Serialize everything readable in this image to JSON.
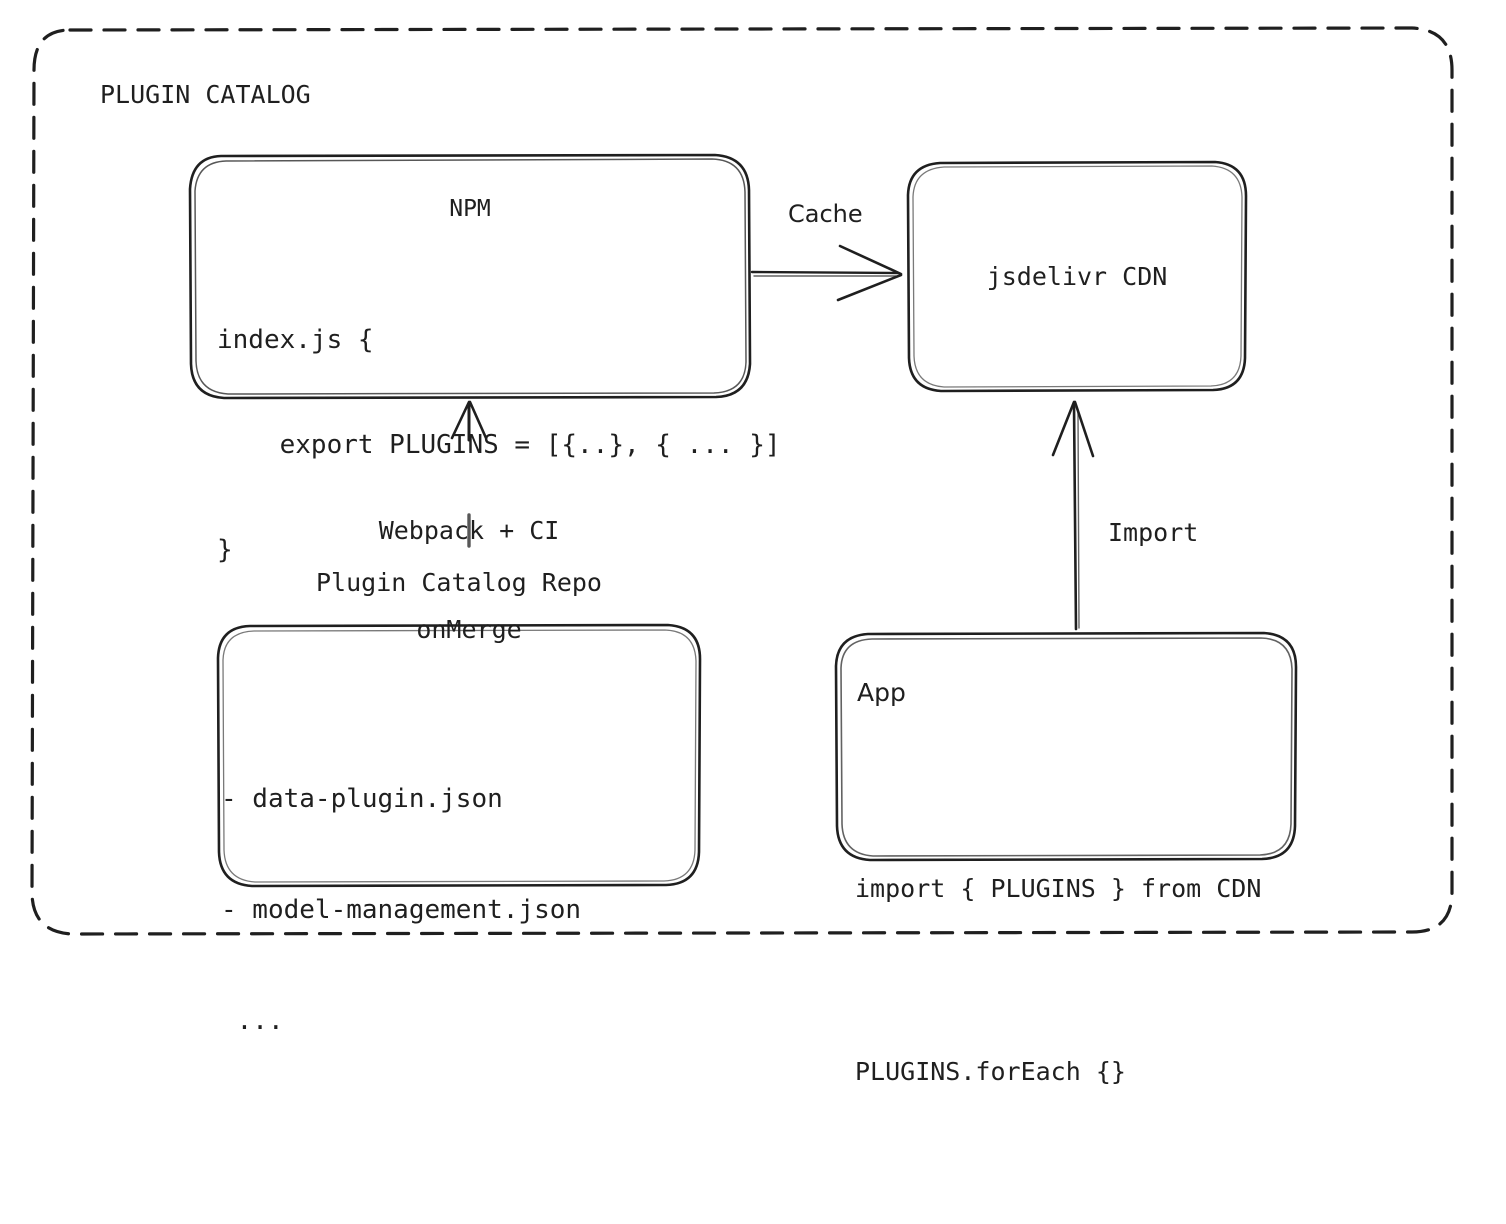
{
  "diagram": {
    "title": "PLUGIN CATALOG",
    "background": "#ffffff",
    "stroke_color": "#1f1f1f",
    "nodes": {
      "npm": {
        "name": "NPM",
        "code": [
          "index.js {",
          "    export PLUGINS = [{..}, { ... }]",
          "}"
        ]
      },
      "cdn": {
        "name": "jsdelivr CDN"
      },
      "repo": {
        "caption": "Plugin Catalog Repo",
        "files": [
          "- data-plugin.json",
          "- model-management.json",
          " ..."
        ]
      },
      "app": {
        "name": "App",
        "code": [
          "import { PLUGINS } from CDN",
          "PLUGINS.forEach {}"
        ]
      }
    },
    "edges": {
      "npm_to_cdn": {
        "label": "Cache"
      },
      "repo_to_npm": {
        "label_line1": "Webpack + CI",
        "label_line2": "onMerge"
      },
      "cdn_to_app": {
        "label": "Import"
      }
    }
  }
}
